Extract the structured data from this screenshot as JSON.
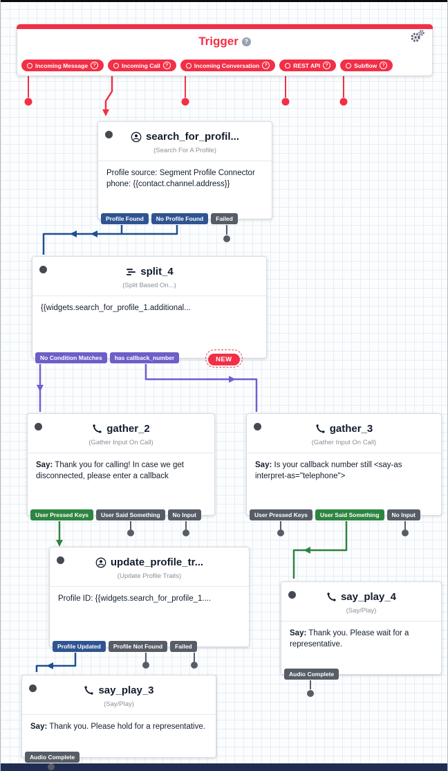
{
  "colors": {
    "brand_red": "#F22F46",
    "navy_exit": "#2F5491",
    "green_exit": "#2E8540",
    "purple_exit": "#6C5FC7",
    "gray_exit": "#575D66",
    "navy_arrow": "#1D4F91",
    "purple_arrow": "#6F5FD0",
    "green_arrow": "#2E8540",
    "canvas_bottom_bar": "#1F2D52"
  },
  "icons": {
    "settings": "double-gear",
    "help": "question-circle",
    "profile": "person-in-circle",
    "split": "split-bars",
    "voice": "phone-handset",
    "pill_connector": "outline-circle"
  },
  "trigger": {
    "title": "Trigger",
    "help_label": "?",
    "pills": [
      {
        "label": "Incoming Message",
        "help": "?"
      },
      {
        "label": "Incoming Call",
        "help": "?"
      },
      {
        "label": "Incoming Conversation",
        "help": "?"
      },
      {
        "label": "REST API",
        "help": "?"
      },
      {
        "label": "Subflow",
        "help": "?"
      }
    ]
  },
  "widgets": {
    "search_for_profile": {
      "title": "search_for_profil...",
      "subtitle": "(Search For A Profile)",
      "body_line1": "Profile source: Segment Profile Connector",
      "body_line2": "phone: {{contact.channel.address}}",
      "exits": [
        {
          "label": "Profile Found",
          "type": "navy"
        },
        {
          "label": "No Profile Found",
          "type": "navy"
        },
        {
          "label": "Failed",
          "type": "gray"
        }
      ]
    },
    "split_4": {
      "title": "split_4",
      "subtitle": "(Split Based On...)",
      "body": "{{widgets.search_for_profile_1.additional...",
      "new_badge": "NEW",
      "exits": [
        {
          "label": "No Condition Matches",
          "type": "purple"
        },
        {
          "label": "has callback_number",
          "type": "purple"
        }
      ]
    },
    "gather_2": {
      "title": "gather_2",
      "subtitle": "(Gather Input On Call)",
      "say_label": "Say:",
      "say_text": "Thank you for calling! In case we get disconnected, please enter a callback",
      "exits": [
        {
          "label": "User Pressed Keys",
          "type": "green"
        },
        {
          "label": "User Said Something",
          "type": "gray"
        },
        {
          "label": "No Input",
          "type": "gray"
        }
      ]
    },
    "gather_3": {
      "title": "gather_3",
      "subtitle": "(Gather Input On Call)",
      "say_label": "Say:",
      "say_text": "Is your callback number still <say-as interpret-as=\"telephone\">",
      "exits": [
        {
          "label": "User Pressed Keys",
          "type": "gray"
        },
        {
          "label": "User Said Something",
          "type": "green"
        },
        {
          "label": "No Input",
          "type": "gray"
        }
      ]
    },
    "update_profile_traits": {
      "title": "update_profile_tr...",
      "subtitle": "(Update Profile Traits)",
      "body": "Profile ID: {{widgets.search_for_profile_1....",
      "exits": [
        {
          "label": "Profile Updated",
          "type": "navy"
        },
        {
          "label": "Profile Not Found",
          "type": "gray"
        },
        {
          "label": "Failed",
          "type": "gray"
        }
      ]
    },
    "say_play_4": {
      "title": "say_play_4",
      "subtitle": "(Say/Play)",
      "say_label": "Say:",
      "say_text": "Thank you. Please wait for a representative.",
      "exits": [
        {
          "label": "Audio Complete",
          "type": "gray"
        }
      ]
    },
    "say_play_3": {
      "title": "say_play_3",
      "subtitle": "(Say/Play)",
      "say_label": "Say:",
      "say_text": "Thank you. Please hold for a representative.",
      "exits": [
        {
          "label": "Audio Complete",
          "type": "gray"
        }
      ]
    }
  }
}
